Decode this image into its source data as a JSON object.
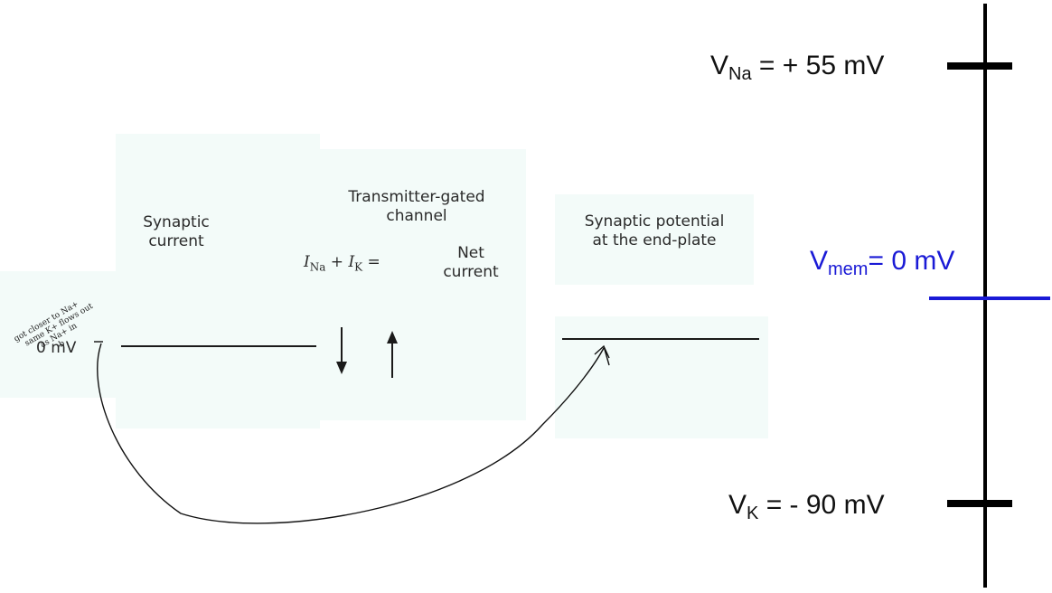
{
  "panels": {
    "synaptic_current": {
      "line1": "Synaptic",
      "line2": "current"
    },
    "channel": {
      "line1": "Transmitter-gated",
      "line2": "channel",
      "i_na_symbol": "I",
      "i_na_sub": "Na",
      "plus": "+",
      "i_k_symbol": "I",
      "i_k_sub": "K",
      "equals": "=",
      "net_line1": "Net",
      "net_line2": "current"
    },
    "synaptic_potential": {
      "line1": "Synaptic potential",
      "line2": "at the end-plate"
    },
    "zero_label": "0 mV"
  },
  "scale": {
    "vna": {
      "prefix": "V",
      "sub": "Na",
      "value": " = + 55 mV"
    },
    "vmem": {
      "prefix": "V",
      "sub": "mem",
      "value": "= 0 mV",
      "color": "#1a1ad6"
    },
    "vk": {
      "prefix": "V",
      "sub": "K",
      "value": " = - 90 mV"
    }
  },
  "annotation": {
    "line1": "got closer to Na+",
    "line2": "same K+ flows out",
    "line3": "as Na+ in",
    "line4": "b"
  }
}
